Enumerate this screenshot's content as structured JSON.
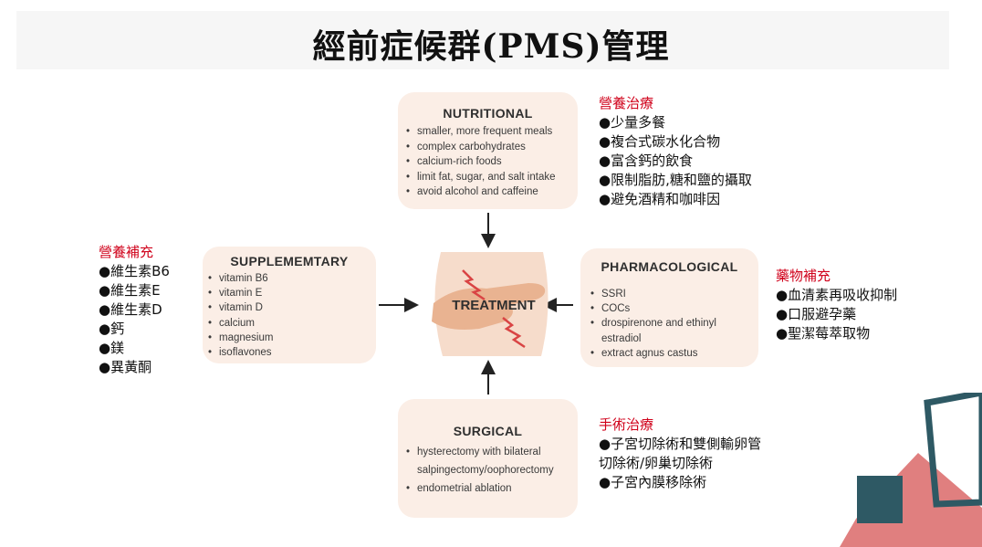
{
  "title": "經前症候群(PMS)管理",
  "nutritional": {
    "heading": "NUTRITIONAL",
    "items": [
      "smaller, more frequent meals",
      "complex carbohydrates",
      "calcium-rich foods",
      "limit fat, sugar, and salt intake",
      "avoid alcohol and caffeine"
    ]
  },
  "supplementary": {
    "heading": "SUPPLEMEMTARY",
    "items": [
      "vitamin B6",
      "vitamin E",
      "vitamin D",
      "calcium",
      "magnesium",
      "isoflavones"
    ]
  },
  "pharmacological": {
    "heading": "PHARMACOLOGICAL",
    "items": [
      "SSRI",
      "COCs",
      "drospirenone and ethinyl",
      "estradiol",
      "extract agnus castus"
    ]
  },
  "surgical": {
    "heading": "SURGICAL",
    "items": [
      "hysterectomy with bilateral",
      "salpingectomy/oophorectomy",
      "endometrial ablation"
    ]
  },
  "treatment_label": "TREATMENT",
  "notes": {
    "nutrition": {
      "heading": "營養治療",
      "items": [
        "●少量多餐",
        "●複合式碳水化合物",
        "●富含鈣的飲食",
        "●限制脂肪,糖和鹽的攝取",
        "●避免酒精和咖啡因"
      ]
    },
    "supplement": {
      "heading": "營養補充",
      "items": [
        "●維生素B6",
        "●維生素E",
        "●維生素D",
        "●鈣",
        "●鎂",
        "●異黃酮"
      ]
    },
    "drug": {
      "heading": "藥物補充",
      "items": [
        "●血清素再吸收抑制",
        "●口服避孕藥",
        "●聖潔莓萃取物"
      ]
    },
    "surgery": {
      "heading": "手術治療",
      "items": [
        "●子宮切除術和雙側輸卵管",
        "切除術/卵巢切除術",
        "●子宮內膜移除術"
      ]
    }
  },
  "colors": {
    "note_heading": "#d0021b",
    "box_bg": "#fbeee6",
    "teal": "#2e5964",
    "pink": "#e07f7f"
  }
}
